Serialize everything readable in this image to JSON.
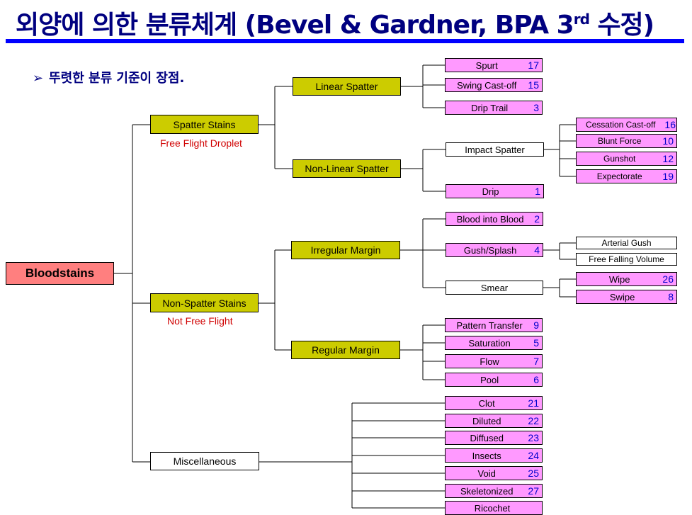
{
  "header": {
    "title": "외양에 의한 분류체계 (Bevel & Gardner, BPA 3",
    "title_sup": "rd",
    "title_suffix": " 수정)",
    "bullet_arrow": "➢",
    "bullet_text": "뚜렷한 분류 기준이 장점."
  },
  "tree": {
    "root": "Bloodstains",
    "level1": {
      "spatter": "Spatter Stains",
      "spatter_note": "Free Flight Droplet",
      "non_spatter": "Non-Spatter Stains",
      "non_spatter_note": "Not Free Flight",
      "misc": "Miscellaneous"
    },
    "level2": {
      "linear": "Linear Spatter",
      "non_linear": "Non-Linear Spatter",
      "irregular": "Irregular Margin",
      "regular": "Regular Margin"
    },
    "linear_items": [
      {
        "label": "Spurt",
        "num": "17"
      },
      {
        "label": "Swing Cast-off",
        "num": "15"
      },
      {
        "label": "Drip Trail",
        "num": "3"
      }
    ],
    "impact": "Impact Spatter",
    "impact_items": [
      {
        "label": "Cessation Cast-off",
        "num": "16"
      },
      {
        "label": "Blunt Force",
        "num": "10"
      },
      {
        "label": "Gunshot",
        "num": "12"
      },
      {
        "label": "Expectorate",
        "num": "19"
      }
    ],
    "drip": {
      "label": "Drip",
      "num": "1"
    },
    "blood_into_blood": {
      "label": "Blood into Blood",
      "num": "2"
    },
    "gush_splash": {
      "label": "Gush/Splash",
      "num": "4"
    },
    "gush_items": [
      "Arterial Gush",
      "Free Falling Volume"
    ],
    "smear": "Smear",
    "smear_items": [
      {
        "label": "Wipe",
        "num": "26"
      },
      {
        "label": "Swipe",
        "num": "8"
      }
    ],
    "regular_items": [
      {
        "label": "Pattern Transfer",
        "num": "9"
      },
      {
        "label": "Saturation",
        "num": "5"
      },
      {
        "label": "Flow",
        "num": "7"
      },
      {
        "label": "Pool",
        "num": "6"
      }
    ],
    "misc_items": [
      {
        "label": "Clot",
        "num": "21"
      },
      {
        "label": "Diluted",
        "num": "22"
      },
      {
        "label": "Diffused",
        "num": "23"
      },
      {
        "label": "Insects",
        "num": "24"
      },
      {
        "label": "Void",
        "num": "25"
      },
      {
        "label": "Skeletonized",
        "num": "27"
      },
      {
        "label": "Ricochet",
        "num": ""
      }
    ]
  },
  "colors": {
    "title": "#000080",
    "rule": "#0000ff",
    "olive_box": "#cccc00",
    "pink_box": "#ff99ff",
    "root_box": "#ff7f7f",
    "note_text": "#d00000",
    "number_text": "#0000cc"
  }
}
